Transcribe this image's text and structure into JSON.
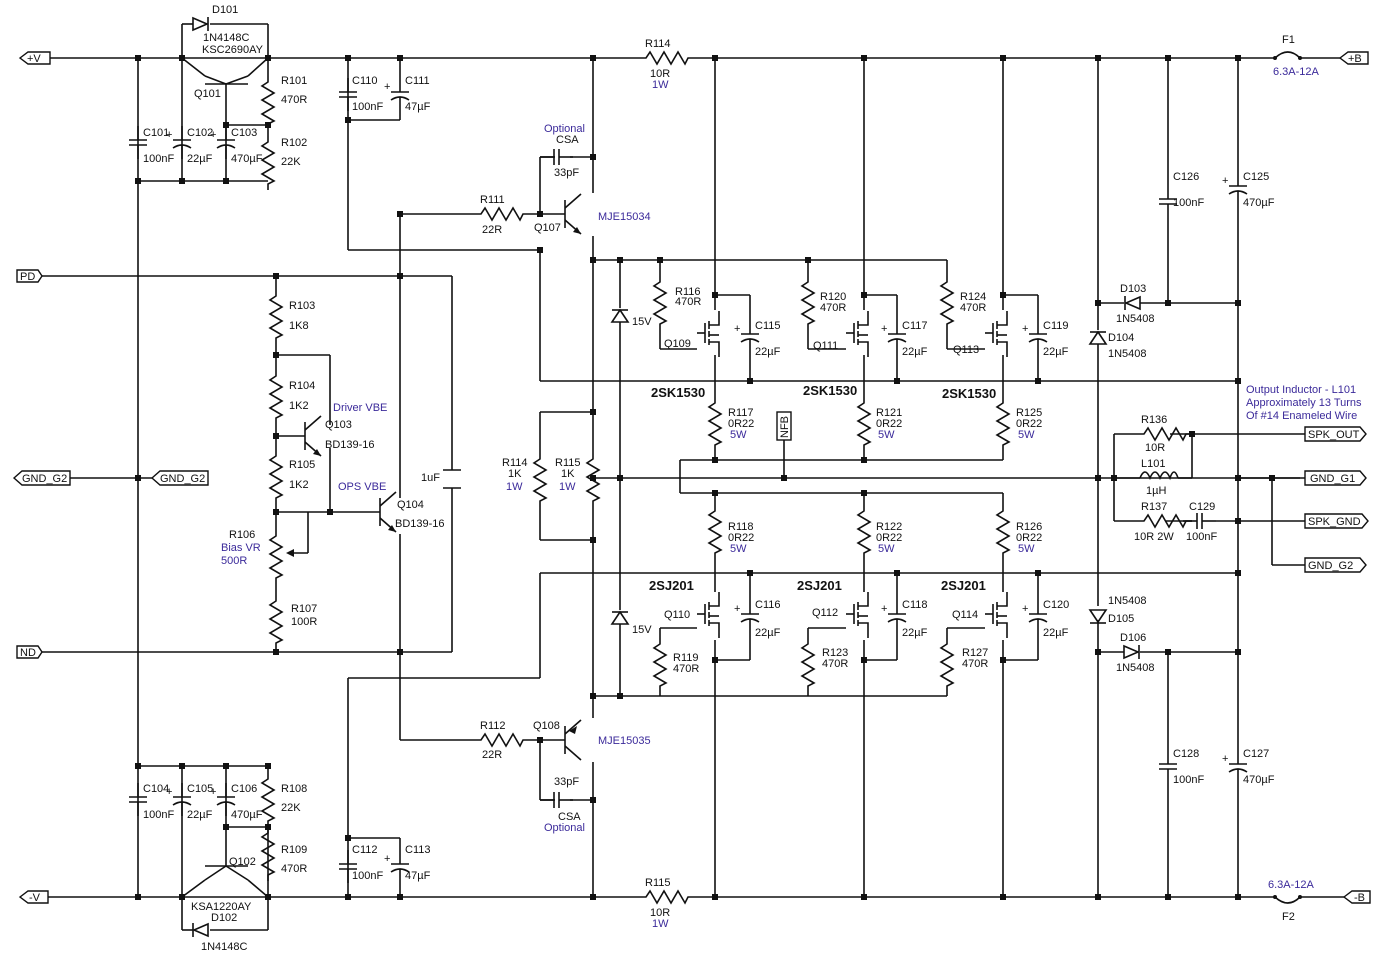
{
  "ports": {
    "pos_v": "+V",
    "neg_v": "-V",
    "pd": "PD",
    "nd": "ND",
    "gnd_g2_left": "GND_G2",
    "gnd_g2_mid": "GND_G2",
    "pos_b": "+B",
    "neg_b": "-B",
    "spk_out": "SPK_OUT",
    "gnd_g1": "GND_G1",
    "spk_gnd": "SPK_GND",
    "gnd_g2_right": "GND_G2",
    "nfb": "NFB"
  },
  "components": {
    "D101": {
      "ref": "D101",
      "value": "1N4148C"
    },
    "Q101": {
      "ref": "Q101",
      "value": "KSC2690AY"
    },
    "R101": {
      "ref": "R101",
      "value": "470R"
    },
    "R102": {
      "ref": "R102",
      "value": "22K"
    },
    "C101": {
      "ref": "C101",
      "value": "100nF"
    },
    "C102": {
      "ref": "C102",
      "value": "22µF"
    },
    "C103": {
      "ref": "C103",
      "value": "470µF"
    },
    "C110": {
      "ref": "C110",
      "value": "100nF"
    },
    "C111": {
      "ref": "C111",
      "value": "47µF"
    },
    "R114T": {
      "ref": "R114",
      "value": "10R",
      "power": "1W"
    },
    "F1": {
      "ref": "F1",
      "value": "6.3A-12A"
    },
    "CSA_T": {
      "note": "Optional",
      "ref": "CSA",
      "value": "33pF"
    },
    "R111": {
      "ref": "R111",
      "value": "22R"
    },
    "Q107": {
      "ref": "Q107",
      "value": "MJE15034"
    },
    "C126": {
      "ref": "C126",
      "value": "100nF"
    },
    "C125": {
      "ref": "C125",
      "value": "470µF"
    },
    "R103": {
      "ref": "R103",
      "value": "1K8"
    },
    "R104": {
      "ref": "R104",
      "value": "1K2"
    },
    "Q103": {
      "ref": "Q103",
      "value": "BD139-16",
      "note": "Driver VBE"
    },
    "R105": {
      "ref": "R105",
      "value": "1K2"
    },
    "R106": {
      "ref": "R106",
      "value": "500R",
      "note": "Bias VR"
    },
    "R107": {
      "ref": "R107",
      "value": "100R"
    },
    "Q104": {
      "ref": "Q104",
      "value": "BD139-16",
      "note": "OPS VBE"
    },
    "C_1uF": {
      "value": "1uF"
    },
    "Z_T": {
      "value": "15V"
    },
    "Z_B": {
      "value": "15V"
    },
    "R114M": {
      "ref": "R114",
      "value": "1K",
      "power": "1W"
    },
    "R115M": {
      "ref": "R115",
      "value": "1K",
      "power": "1W"
    },
    "R116": {
      "ref": "R116",
      "value": "470R"
    },
    "Q109": {
      "ref": "Q109"
    },
    "C115": {
      "ref": "C115",
      "value": "22µF"
    },
    "R117": {
      "ref": "R117",
      "value": "0R22",
      "power": "5W"
    },
    "R120": {
      "ref": "R120",
      "value": "470R"
    },
    "Q111": {
      "ref": "Q111"
    },
    "C117": {
      "ref": "C117",
      "value": "22µF"
    },
    "R121": {
      "ref": "R121",
      "value": "0R22",
      "power": "5W"
    },
    "R124": {
      "ref": "R124",
      "value": "470R"
    },
    "Q113": {
      "ref": "Q113"
    },
    "C119": {
      "ref": "C119",
      "value": "22µF"
    },
    "R125": {
      "ref": "R125",
      "value": "0R22",
      "power": "5W"
    },
    "NMOS": "2SK1530",
    "PMOS": "2SJ201",
    "D103": {
      "ref": "D103",
      "value": "1N5408"
    },
    "D104": {
      "ref": "D104",
      "value": "1N5408"
    },
    "D105": {
      "ref": "D105",
      "value": "1N5408"
    },
    "D106": {
      "ref": "D106",
      "value": "1N5408"
    },
    "R136": {
      "ref": "R136",
      "value": "10R"
    },
    "L101": {
      "ref": "L101",
      "value": "1µH"
    },
    "R137": {
      "ref": "R137",
      "value": "10R 2W"
    },
    "C129": {
      "ref": "C129",
      "value": "100nF"
    },
    "R118": {
      "ref": "R118",
      "value": "0R22",
      "power": "5W"
    },
    "R122": {
      "ref": "R122",
      "value": "0R22",
      "power": "5W"
    },
    "R126": {
      "ref": "R126",
      "value": "0R22",
      "power": "5W"
    },
    "Q110": {
      "ref": "Q110"
    },
    "Q112": {
      "ref": "Q112"
    },
    "Q114": {
      "ref": "Q114"
    },
    "C116": {
      "ref": "C116",
      "value": "22µF"
    },
    "C118": {
      "ref": "C118",
      "value": "22µF"
    },
    "C120": {
      "ref": "C120",
      "value": "22µF"
    },
    "R119": {
      "ref": "R119",
      "value": "470R"
    },
    "R123": {
      "ref": "R123",
      "value": "470R"
    },
    "R127": {
      "ref": "R127",
      "value": "470R"
    },
    "R112": {
      "ref": "R112",
      "value": "22R"
    },
    "Q108": {
      "ref": "Q108",
      "value": "MJE15035"
    },
    "CSA_B": {
      "value": "33pF",
      "ref": "CSA",
      "note": "Optional"
    },
    "C128": {
      "ref": "C128",
      "value": "100nF"
    },
    "C127": {
      "ref": "C127",
      "value": "470µF"
    },
    "C104": {
      "ref": "C104",
      "value": "100nF"
    },
    "C105": {
      "ref": "C105",
      "value": "22µF"
    },
    "C106": {
      "ref": "C106",
      "value": "470µF"
    },
    "R108": {
      "ref": "R108",
      "value": "22K"
    },
    "R109": {
      "ref": "R109",
      "value": "470R"
    },
    "Q102": {
      "ref": "Q102",
      "value": "KSA1220AY"
    },
    "D102": {
      "ref": "D102",
      "value": "1N4148C"
    },
    "C112": {
      "ref": "C112",
      "value": "100nF"
    },
    "C113": {
      "ref": "C113",
      "value": "47µF"
    },
    "R115B": {
      "ref": "R115",
      "value": "10R",
      "power": "1W"
    },
    "F2": {
      "ref": "F2",
      "value": "6.3A-12A"
    }
  },
  "note": {
    "line1": "Output Inductor - L101",
    "line2": "Approximately 13 Turns",
    "line3": "Of #14 Enameled Wire"
  }
}
